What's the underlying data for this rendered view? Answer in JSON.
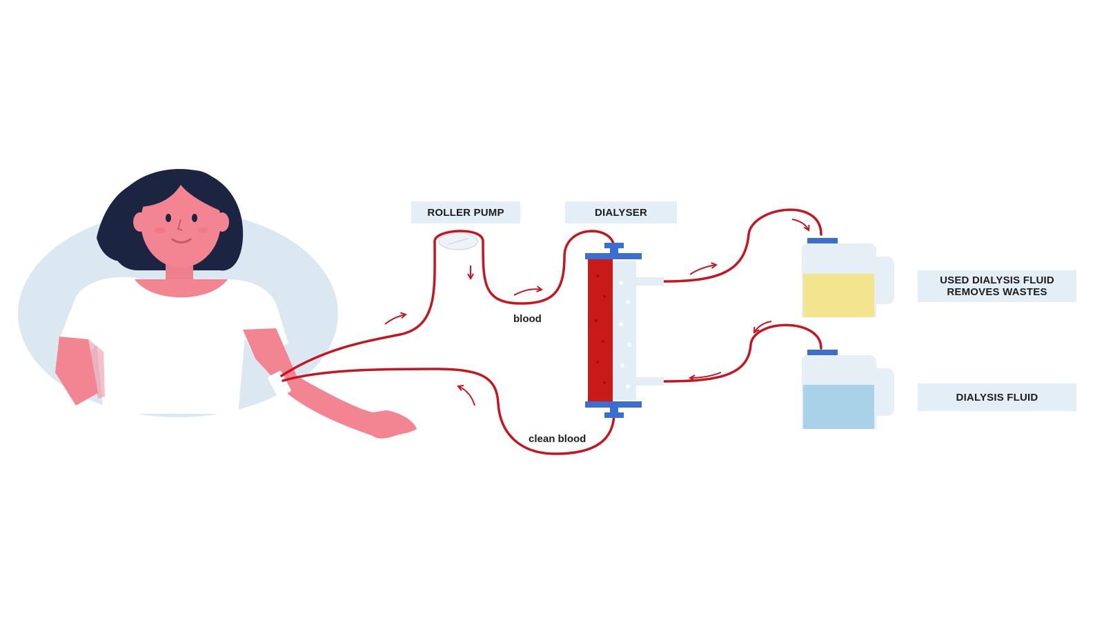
{
  "labels": {
    "roller_pump": "ROLLER PUMP",
    "dialyser": "DIALYSER",
    "used_fluid_line1": "USED DIALYSIS FLUID",
    "used_fluid_line2": "REMOVES WASTES",
    "dialysis_fluid": "DIALYSIS FLUID",
    "blood": "blood",
    "clean_blood": "clean blood"
  },
  "colors": {
    "blood_line": "#c8141e",
    "dialyser_blood": "#c91a1a",
    "cap_blue": "#3a6fd0",
    "used_fluid": "#f3e590",
    "fresh_fluid": "#a9d2e8",
    "label_bg": "#e4eef6",
    "skin": "#f38592",
    "hair": "#1b2440",
    "backdrop": "#dbe8f2"
  },
  "icons": {
    "patient": "woman-patient-icon",
    "pump": "roller-pump-icon",
    "dialyser": "dialyser-column-icon",
    "used_container": "used-fluid-jug-icon",
    "fresh_container": "fresh-fluid-jug-icon"
  }
}
